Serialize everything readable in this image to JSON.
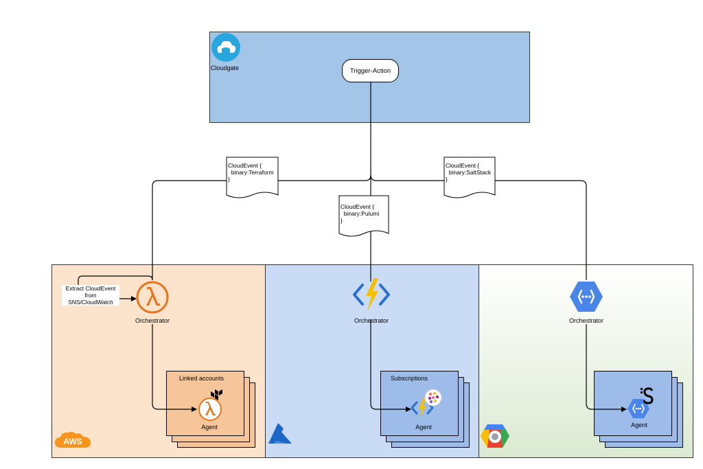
{
  "cloudgate": {
    "label": "Cloudgate",
    "action": "Trigger-Action"
  },
  "events": {
    "terraform": "CloudEvent {\n  binary:Terraform\n}",
    "pulumi": "CloudEvent {\n  binary:Pulumi\n}",
    "saltstack": "CloudEvent {\n  binary:SaltStack\n}"
  },
  "aws": {
    "brand": "AWS",
    "extract": "Extract CloudEvent\nfrom\nSNS/CloudWatch",
    "orchestrator": "Orchestrator",
    "accounts": "Linked accounts",
    "agent": "Agent"
  },
  "azure": {
    "orchestrator": "Orchestrator",
    "accounts": "Subscriptions",
    "agent": "Agent"
  },
  "gcp": {
    "orchestrator": "Orchestrator",
    "agent": "Agent"
  },
  "colors": {
    "cloudgate_bg": "#a3c6e8",
    "aws_bg": "#fce4cc",
    "azure_bg": "#c9dbf5",
    "gcp_bg": "#e6efe0",
    "aws_orange": "#e8741c",
    "azure_blue": "#2a6fd0",
    "gcp_blue": "#4a86e8"
  }
}
